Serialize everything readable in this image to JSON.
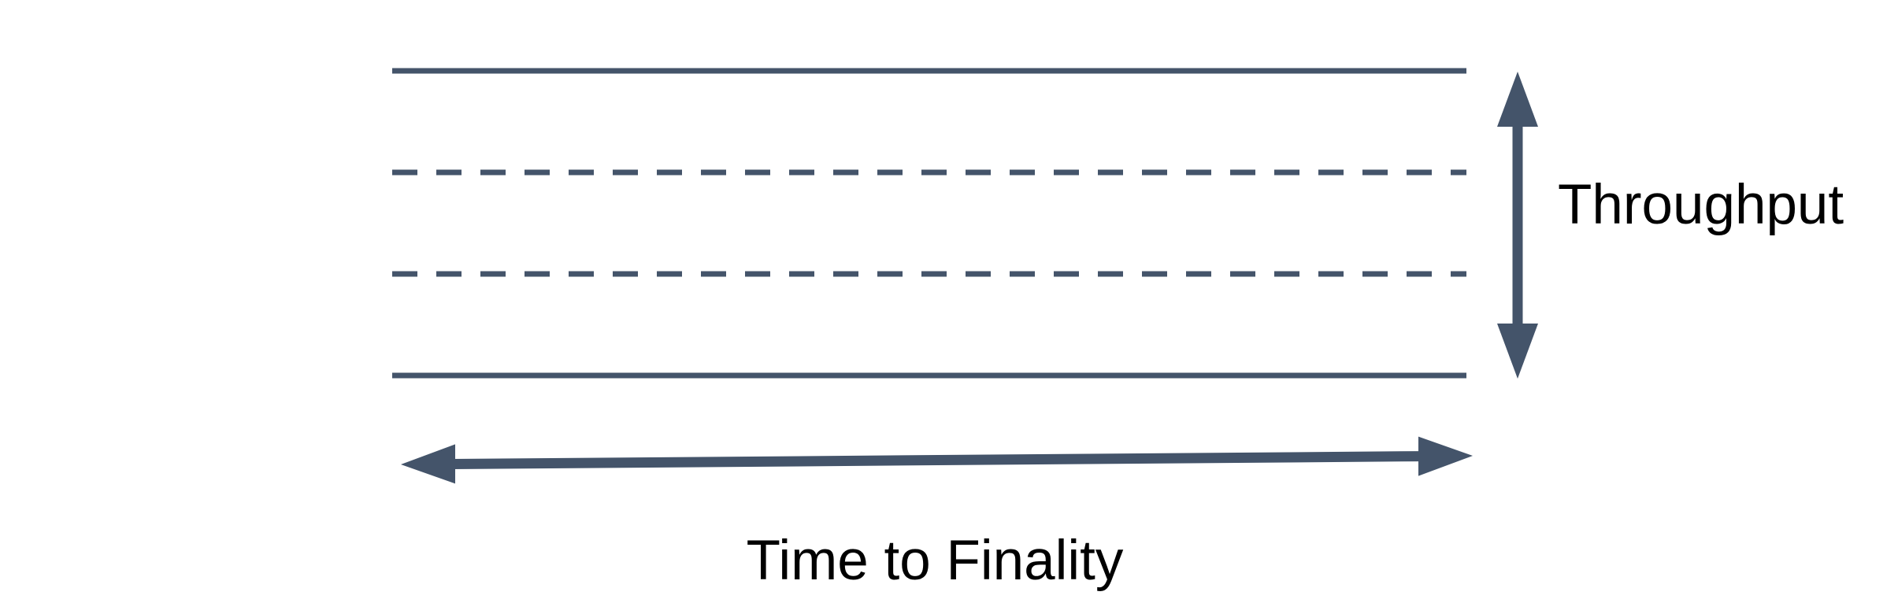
{
  "diagram": {
    "labels": {
      "throughput": "Throughput",
      "time_to_finality": "Time to Finality"
    },
    "colors": {
      "shape": "#44546A",
      "text": "#000000",
      "background": "#FFFFFF"
    },
    "band": {
      "solid_boundary_lines": 2,
      "dashed_inner_lines": 2
    },
    "icons": {
      "vertical_measure": "double-arrow-vertical-icon",
      "horizontal_measure": "double-arrow-horizontal-icon"
    }
  }
}
